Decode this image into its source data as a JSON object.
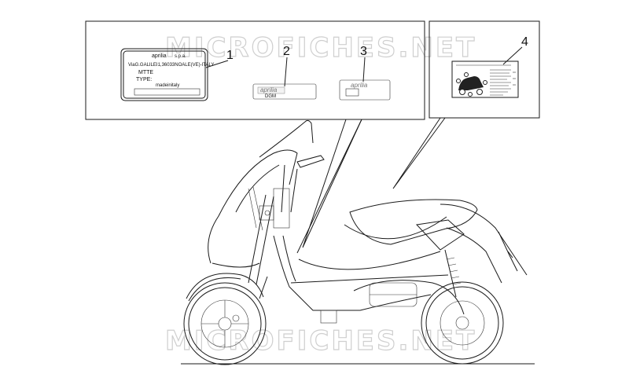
{
  "watermark": {
    "text": "MICROFICHES.NET"
  },
  "callouts": [
    {
      "id": "callout-1",
      "number": "1"
    },
    {
      "id": "callout-2",
      "number": "2"
    },
    {
      "id": "callout-3",
      "number": "3"
    },
    {
      "id": "callout-4",
      "number": "4"
    }
  ],
  "label_1": {
    "brand": "aprilia",
    "company_suffix": "s.p.a.",
    "address": "ViaG.GALILEI1,36033NOALE(VE)-ITALY",
    "mtte": "MTTE",
    "type": "TYPE:",
    "made_in": "madeinitaly"
  },
  "label_2": {
    "brand": "aprilia",
    "model": "DGM"
  },
  "label_3": {
    "brand": "aprilia"
  }
}
